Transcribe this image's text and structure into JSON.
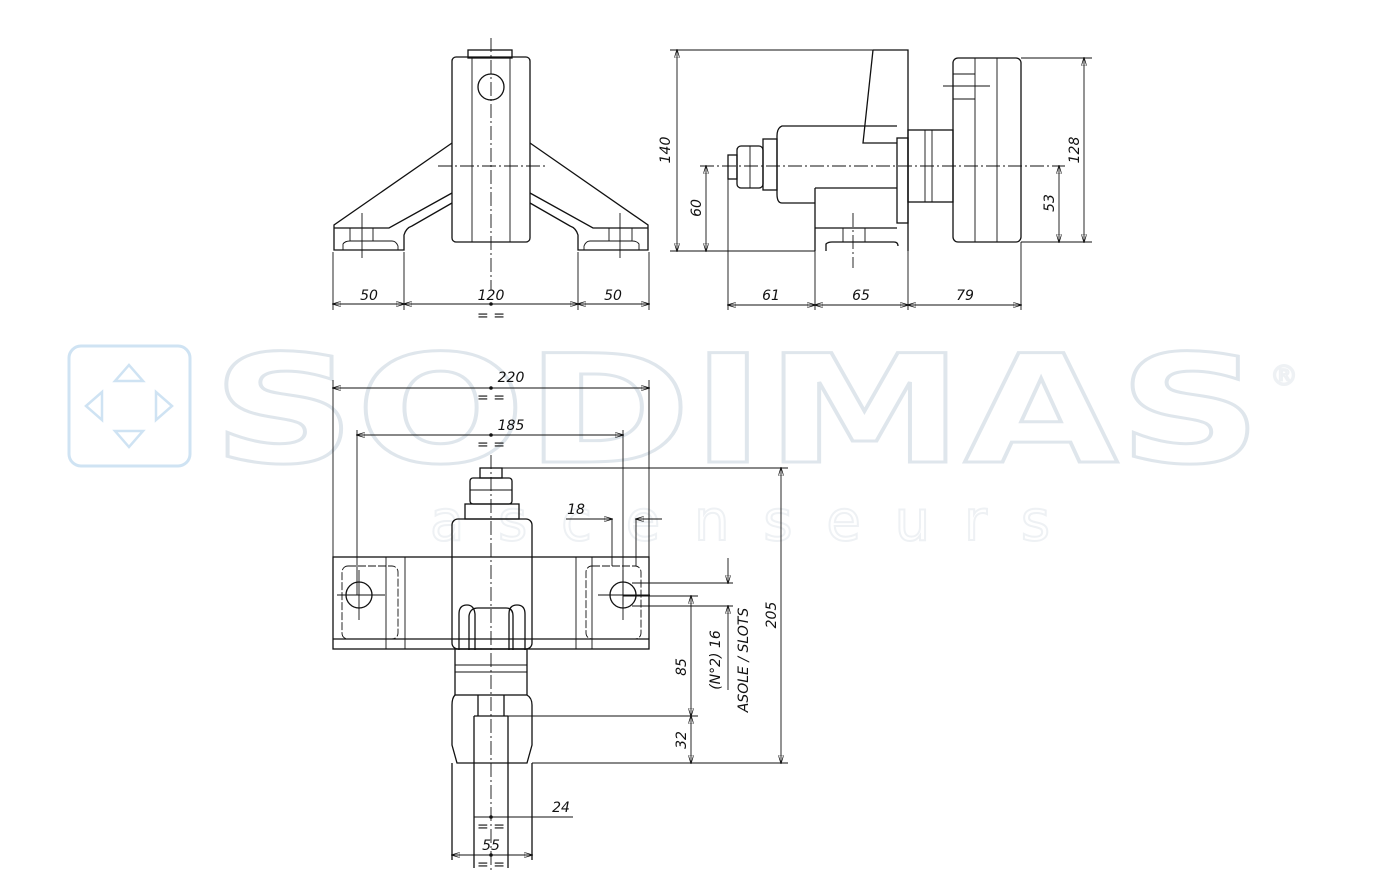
{
  "watermark": {
    "brand": "SODIMAS",
    "registered": "®",
    "subtitle": "ascenseurs",
    "accent": "#cfe3f3"
  },
  "front_view": {
    "dim_left": "50",
    "dim_center": "120",
    "dim_right": "50",
    "equal_mark": "= ="
  },
  "side_view": {
    "dim_height": "140",
    "dim_axis": "60",
    "dim_flange": "128",
    "dim_flange_axis": "53",
    "dim_a": "61",
    "dim_b": "65",
    "dim_c": "79"
  },
  "bottom_view": {
    "dim_overall_width": "220",
    "dim_hole_spacing": "185",
    "dim_slot_width": "18",
    "dim_total_length": "205",
    "dim_85": "85",
    "dim_32": "32",
    "dim_24": "24",
    "dim_55": "55",
    "slot_qty": "(N°2) 16",
    "slot_note": "ASOLE / SLOTS",
    "equal_mark": "= ="
  }
}
